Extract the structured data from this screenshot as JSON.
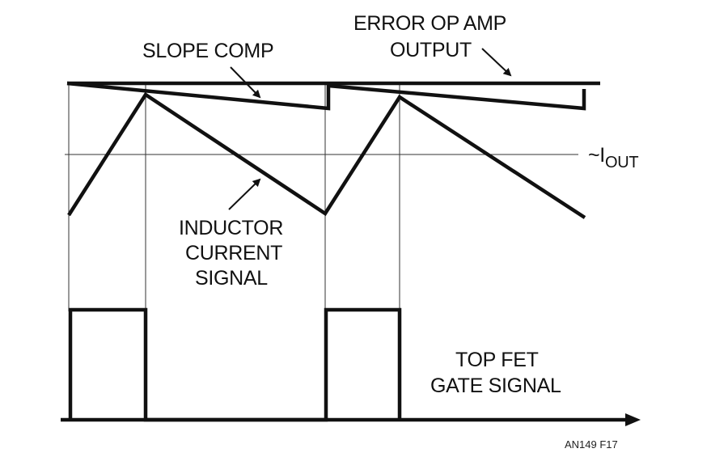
{
  "labels": {
    "slope_comp": "SLOPE COMP",
    "error_amp_line1": "ERROR OP AMP",
    "error_amp_line2": "OUTPUT",
    "iout_prefix": "~I",
    "iout_sub": "OUT",
    "inductor_line1": "INDUCTOR",
    "inductor_line2": "CURRENT",
    "inductor_line3": "SIGNAL",
    "gate_line1": "TOP FET",
    "gate_line2": "GATE SIGNAL",
    "figure_id": "AN149 F17"
  },
  "colors": {
    "ink": "#111111",
    "background": "#ffffff"
  }
}
